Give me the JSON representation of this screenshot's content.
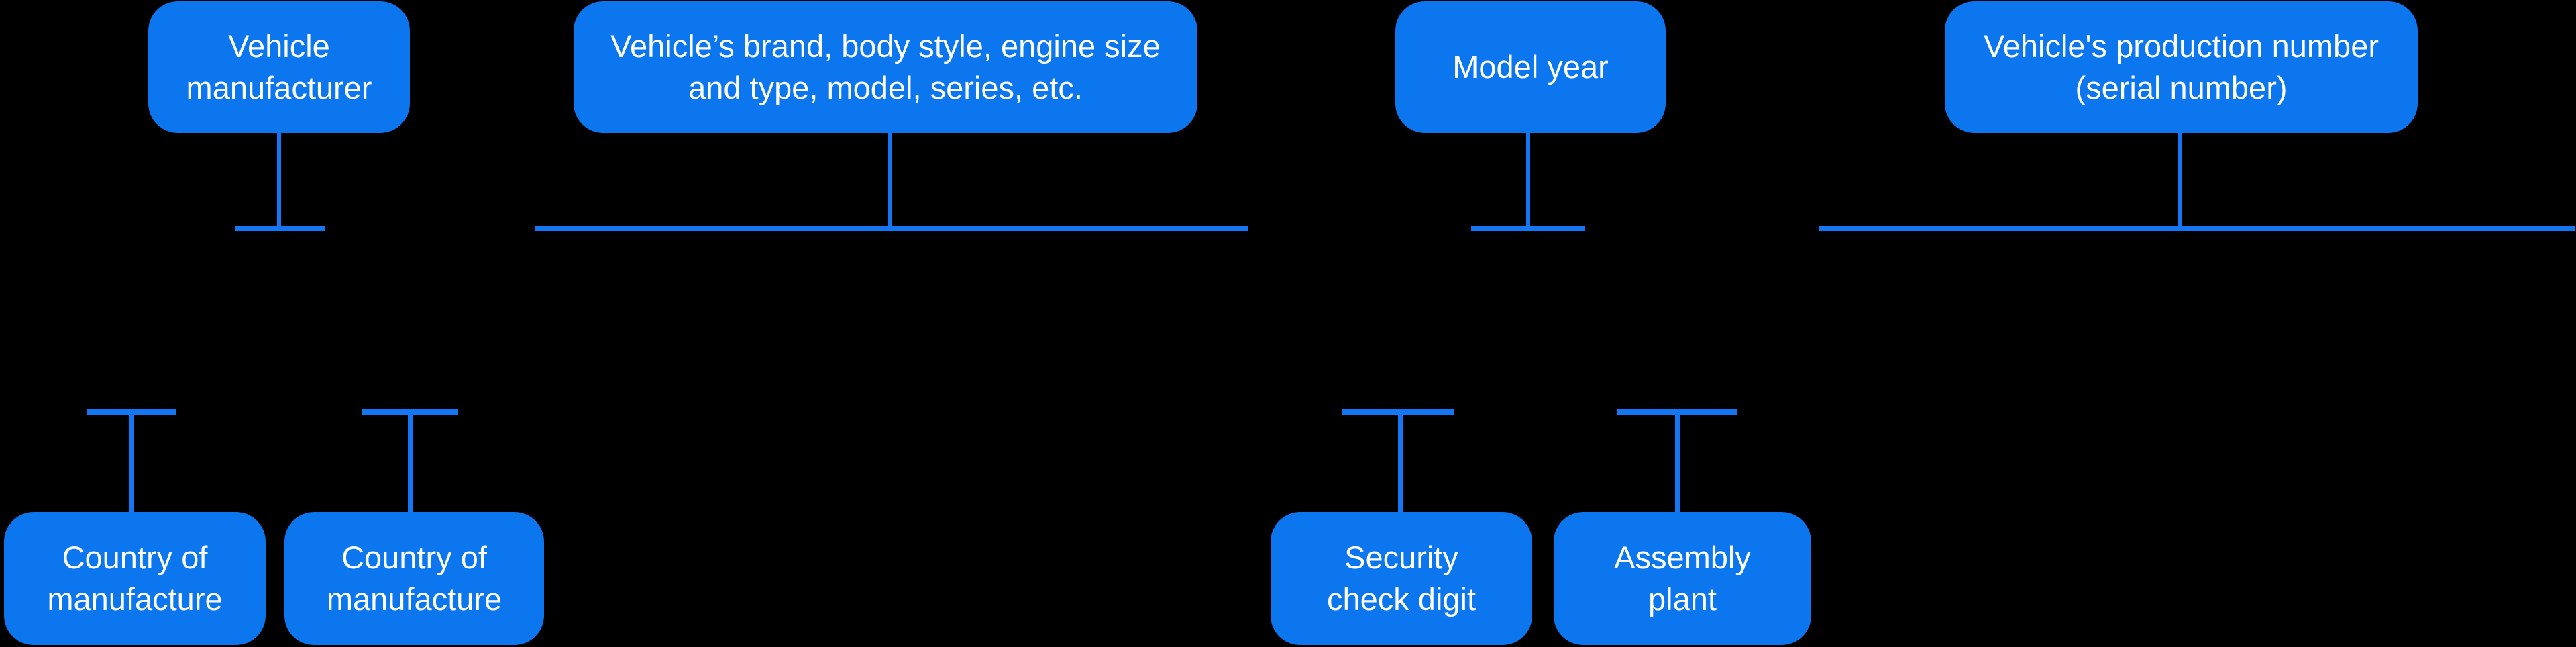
{
  "colors": {
    "background": "#000000",
    "box_fill": "#0b76ee",
    "connector": "#1276f5",
    "text": "#ffffff"
  },
  "nodes": {
    "vehicle_manufacturer": {
      "label": "Vehicle\nmanufacturer"
    },
    "brand_body_engine": {
      "label": "Vehicle’s brand, body style, engine size\nand type, model, series, etc."
    },
    "model_year": {
      "label": "Model year"
    },
    "production_number": {
      "label": "Vehicle's production number\n(serial number)"
    },
    "country_of_manufacture_1": {
      "label": "Country of\nmanufacture"
    },
    "country_of_manufacture_2": {
      "label": "Country of\nmanufacture"
    },
    "security_check_digit": {
      "label": "Security\ncheck digit"
    },
    "assembly_plant": {
      "label": "Assembly\nplant"
    }
  }
}
